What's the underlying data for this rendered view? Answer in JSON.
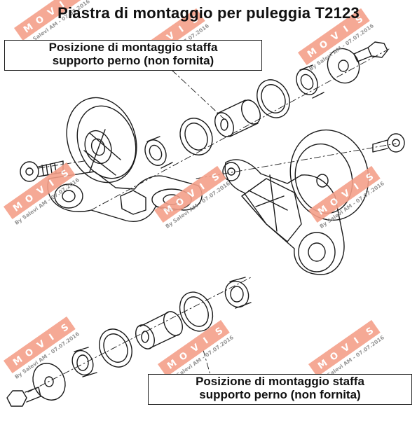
{
  "title": "Piastra di montaggio per puleggia T2123",
  "callout_top": {
    "line1": "Posizione di montaggio staffa",
    "line2": "supporto perno (non fornita)"
  },
  "callout_bottom": {
    "line1": "Posizione di montaggio staffa",
    "line2": "supporto perno (non fornita)"
  },
  "watermark": {
    "brand_letters": [
      "M",
      "O",
      "V",
      "I",
      "S"
    ],
    "caption": "By Salevi AM - 07.07.2016",
    "color": "#f4a08a"
  }
}
